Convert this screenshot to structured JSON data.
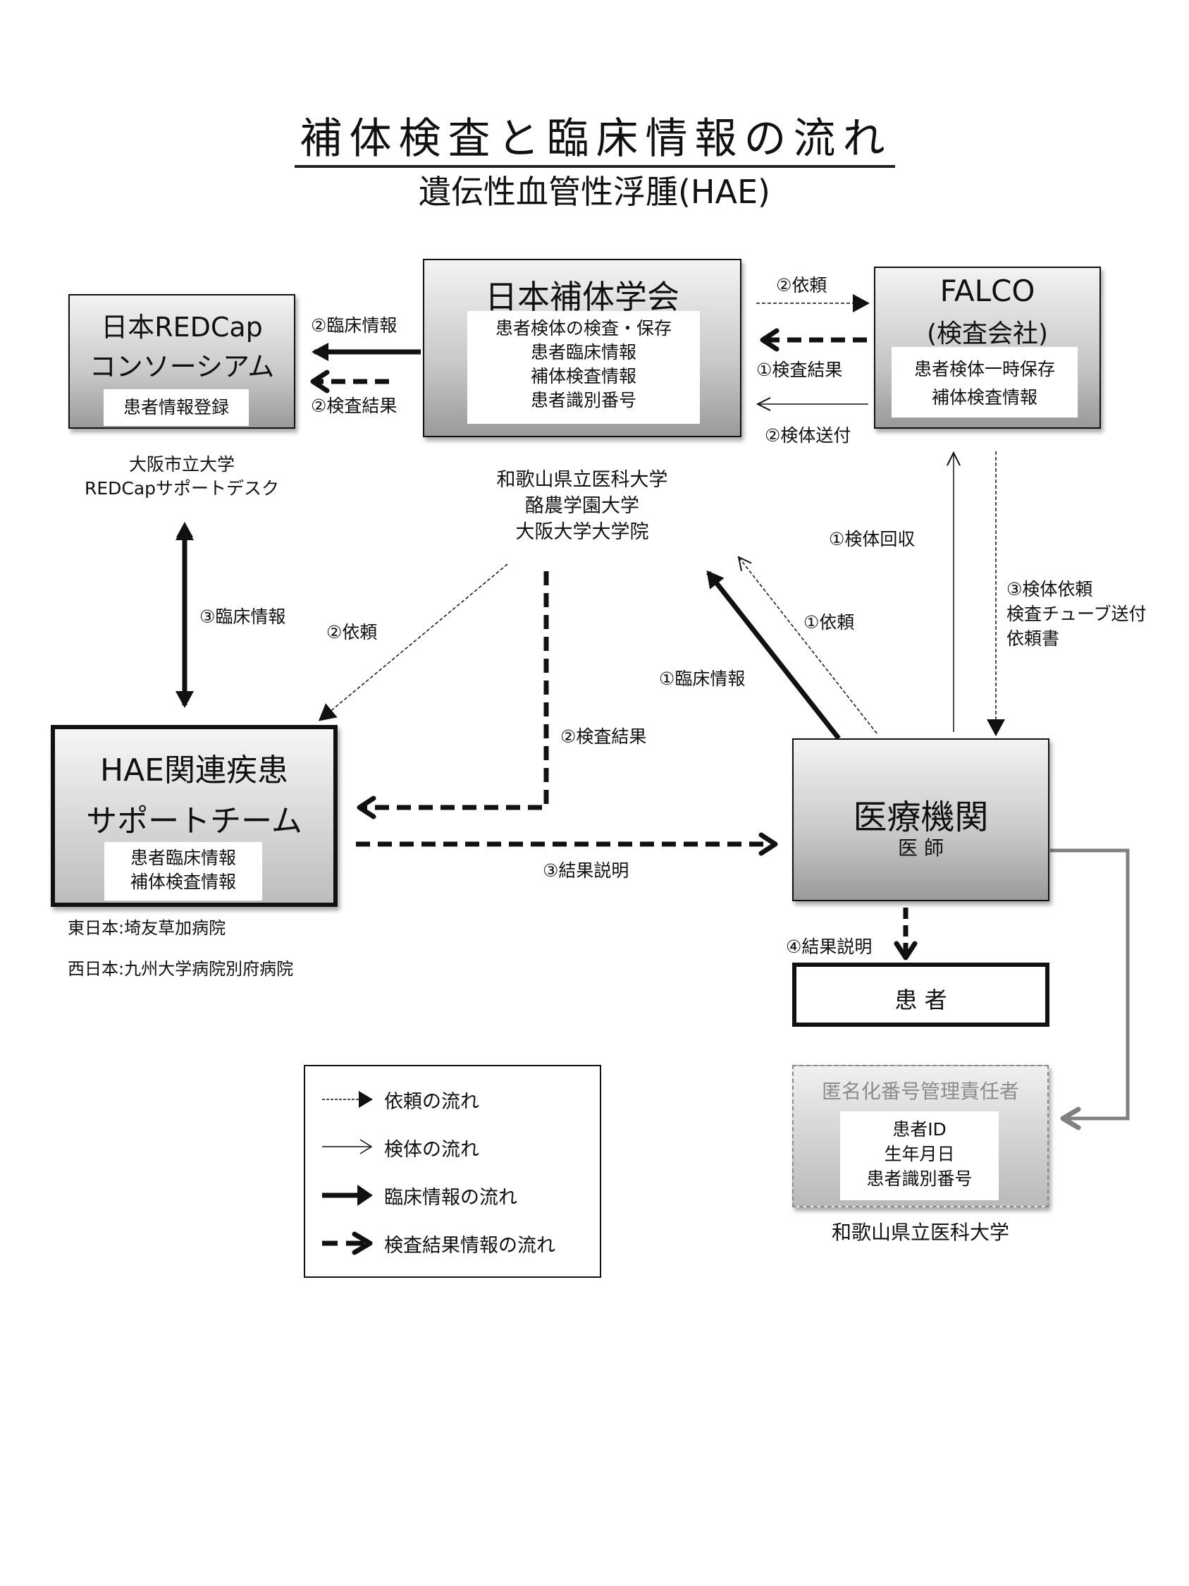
{
  "title": "補体検査と臨床情報の流れ",
  "subtitle": "遺伝性血管性浮腫(HAE)",
  "nodes": {
    "redcap": {
      "title_line1": "日本REDCap",
      "title_line2": "コンソーシアム",
      "inner": [
        "患者情報登録"
      ],
      "caption": [
        "大阪市立大学",
        "REDCapサポートデスク"
      ]
    },
    "jsc": {
      "title": "日本補体学会",
      "inner": [
        "患者検体の検査・保存",
        "患者臨床情報",
        "補体検査情報",
        "患者識別番号"
      ],
      "caption": [
        "和歌山県立医科大学",
        "酪農学園大学",
        "大阪大学大学院"
      ]
    },
    "falco": {
      "title_line1": "FALCO",
      "title_line2": "(検査会社)",
      "inner": [
        "患者検体一時保存",
        "補体検査情報"
      ]
    },
    "hae_team": {
      "title_line1": "HAE関連疾患",
      "title_line2": "サポートチーム",
      "inner": [
        "患者臨床情報",
        "補体検査情報"
      ],
      "caption": [
        "東日本:埼友草加病院",
        "西日本:九州大学病院別府病院"
      ]
    },
    "hospital": {
      "title": "医療機関",
      "sub": "医 師"
    },
    "patient": {
      "title": "患 者"
    },
    "anon_manager": {
      "title": "匿名化番号管理責任者",
      "inner": [
        "患者ID",
        "生年月日",
        "患者識別番号"
      ],
      "caption": "和歌山県立医科大学"
    }
  },
  "flow_labels": {
    "jsc_to_redcap_clinical": "②臨床情報",
    "jsc_to_redcap_result": "②検査結果",
    "jsc_to_falco_request": "②依頼",
    "falco_to_jsc_result": "①検査結果",
    "falco_to_jsc_specimen": "②検体送付",
    "redcap_hae_clinical": "③臨床情報",
    "jsc_to_hae_request": "②依頼",
    "jsc_to_hae_result": "②検査結果",
    "hosp_to_jsc_request": "①依頼",
    "hosp_to_jsc_clinical": "①臨床情報",
    "hosp_to_falco_specimen": "①検体回収",
    "falco_to_hosp": [
      "③検体依頼",
      "検査チューブ送付",
      "依頼書"
    ],
    "hae_to_hosp_explain": "③結果説明",
    "hosp_to_patient_explain": "④結果説明"
  },
  "legend": [
    {
      "type": "request",
      "label": "依頼の流れ"
    },
    {
      "type": "specimen",
      "label": "検体の流れ"
    },
    {
      "type": "clinical",
      "label": "臨床情報の流れ"
    },
    {
      "type": "result",
      "label": "検査結果情報の流れ"
    }
  ],
  "colors": {
    "line": "#111111",
    "anon_link": "#808080",
    "anon_title": "#8c8c8c"
  }
}
